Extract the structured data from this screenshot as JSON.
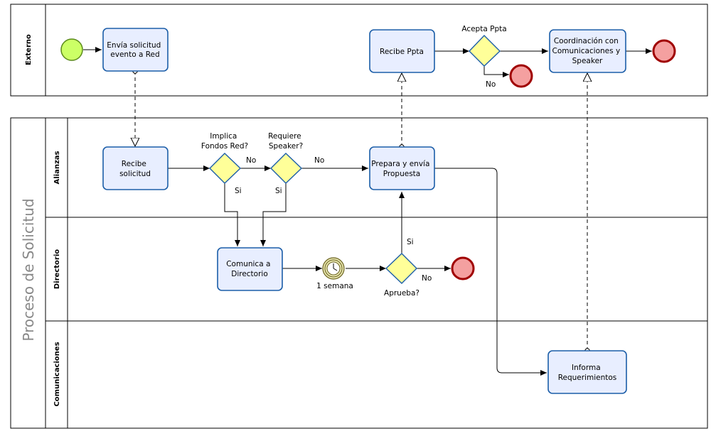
{
  "pools": {
    "externo": {
      "label": "Externo"
    },
    "proceso": {
      "title": "Proceso de Solicitud",
      "lanes": {
        "alianzas": "Alianzas",
        "directorio": "Directorio",
        "comunicaciones": "Comunicaciones"
      }
    }
  },
  "tasks": {
    "envia": [
      "Envía solicitud",
      "evento a Red"
    ],
    "recibe_ppta": [
      "Recibe Ppta"
    ],
    "coordinacion": [
      "Coordinación con",
      "Comunicaciones y",
      "Speaker"
    ],
    "recibe_solicitud": [
      "Recibe",
      "solicitud"
    ],
    "prepara": [
      "Prepara y envía",
      "Propuesta"
    ],
    "comunica": [
      "Comunica a",
      "Directorio"
    ],
    "informa": [
      "Informa",
      "Requerimientos"
    ]
  },
  "gateways": {
    "acepta": [
      "Acepta Ppta"
    ],
    "implica": [
      "Implica",
      "Fondos Red?"
    ],
    "requiere": [
      "Requiere",
      "Speaker?"
    ],
    "aprueba": [
      "Aprueba?"
    ]
  },
  "timer": {
    "label": "1 semana"
  },
  "flow_labels": {
    "no_acepta": "No",
    "no_implica": "No",
    "si_implica": "Si",
    "no_requiere": "No",
    "si_requiere": "Si",
    "si_aprueba": "Si",
    "no_aprueba": "No"
  },
  "colors": {
    "task_fill": "#e8eeff",
    "task_stroke": "#1c5ea8",
    "gateway_fill": "#ffff99",
    "start_fill": "#ccff66",
    "end_fill": "#f4a0a0",
    "end_stroke": "#a00000",
    "timer_fill": "#e8e6b0"
  }
}
